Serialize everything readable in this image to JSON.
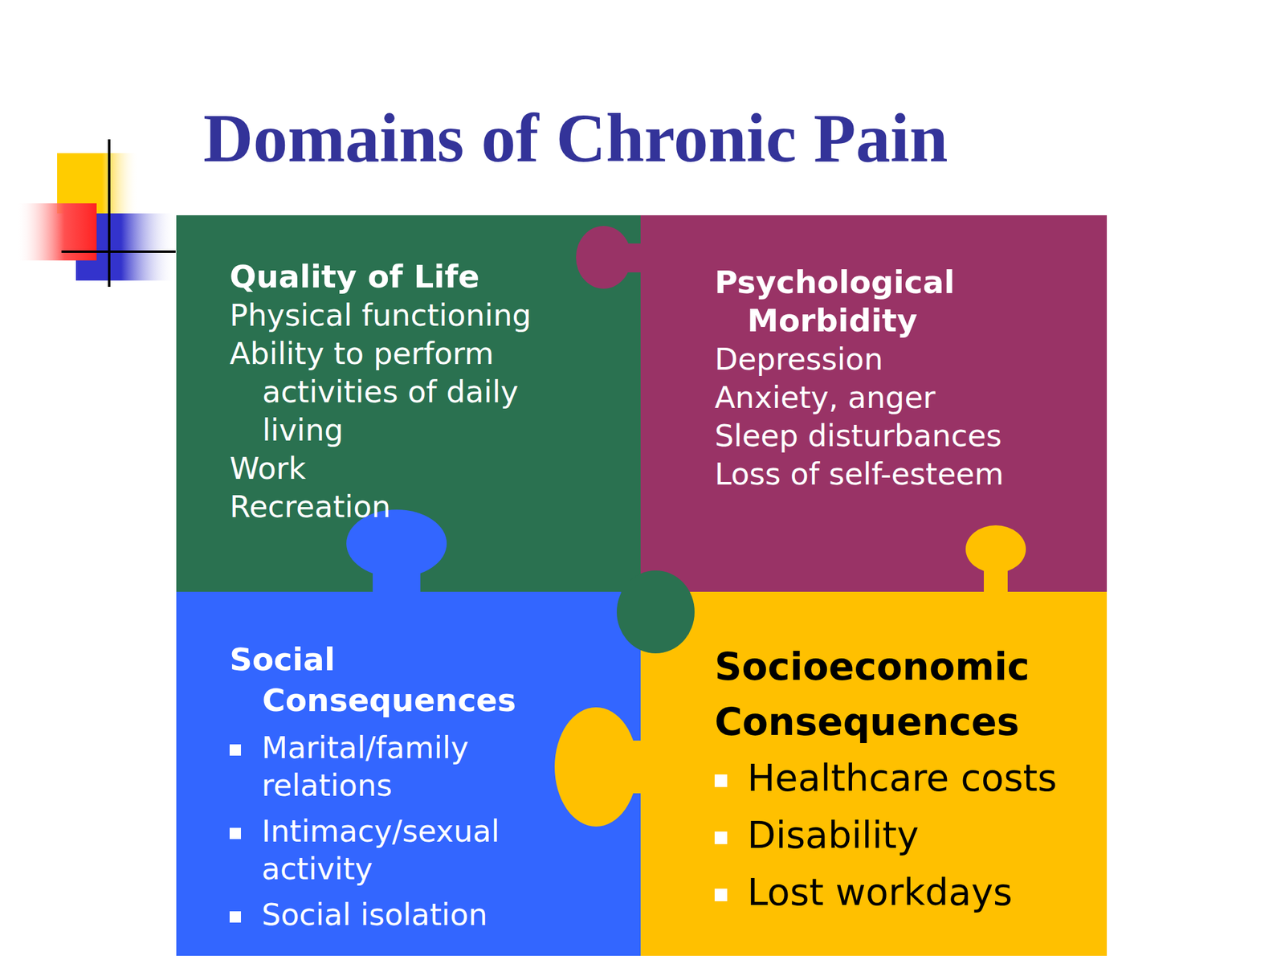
{
  "diagram": {
    "title": "Domains of Chronic Pain",
    "nodes": [
      {
        "text": [
          "Quality of Life",
          "Physical functioning",
          "Ability to perform activities of daily living",
          "Work",
          "Recreation"
        ]
      },
      {
        "text": [
          "Psychological Morbidity",
          "Depression",
          "Anxiety, anger",
          "Sleep disturbances",
          "Loss of self-esteem"
        ]
      },
      {
        "text": [
          "Social Consequences",
          "Marital/family relations",
          "Intimacy/sexual activity",
          "Social isolation"
        ]
      },
      {
        "text": [
          "Socioeconomic Consequences",
          "Healthcare costs",
          "Disability",
          "Lost workdays"
        ]
      }
    ]
  }
}
